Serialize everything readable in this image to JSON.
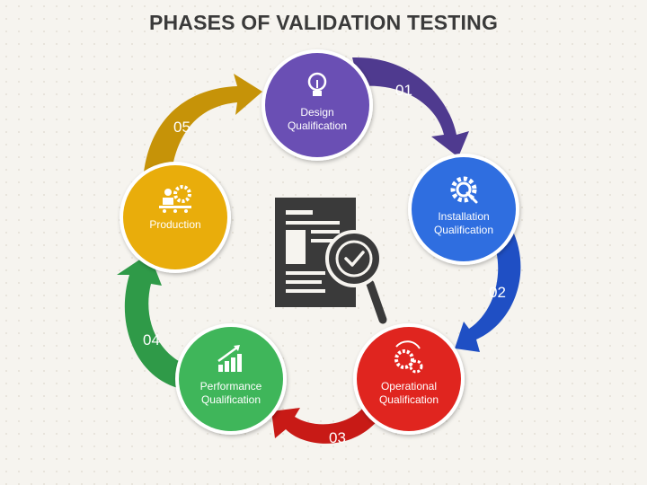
{
  "title": "PHASES OF VALIDATION TESTING",
  "phases": [
    {
      "label": "Design\nQualification",
      "color": "#6a4fb4",
      "icon": "lightbulb-icon"
    },
    {
      "label": "Installation\nQualification",
      "color": "#2f6ee0",
      "icon": "gear-wrench-icon"
    },
    {
      "label": "Operational\nQualification",
      "color": "#e0251f",
      "icon": "gears-icon"
    },
    {
      "label": "Performance\nQualification",
      "color": "#3fb65a",
      "icon": "growth-chart-icon"
    },
    {
      "label": "Production",
      "color": "#e9ad0b",
      "icon": "factory-icon"
    }
  ],
  "steps": [
    "01",
    "02",
    "03",
    "04",
    "05"
  ],
  "arrow_colors": [
    "#4f3a8f",
    "#1f4fc4",
    "#c81a16",
    "#2f9a48",
    "#c69308"
  ],
  "center_icon": "document-search-icon"
}
